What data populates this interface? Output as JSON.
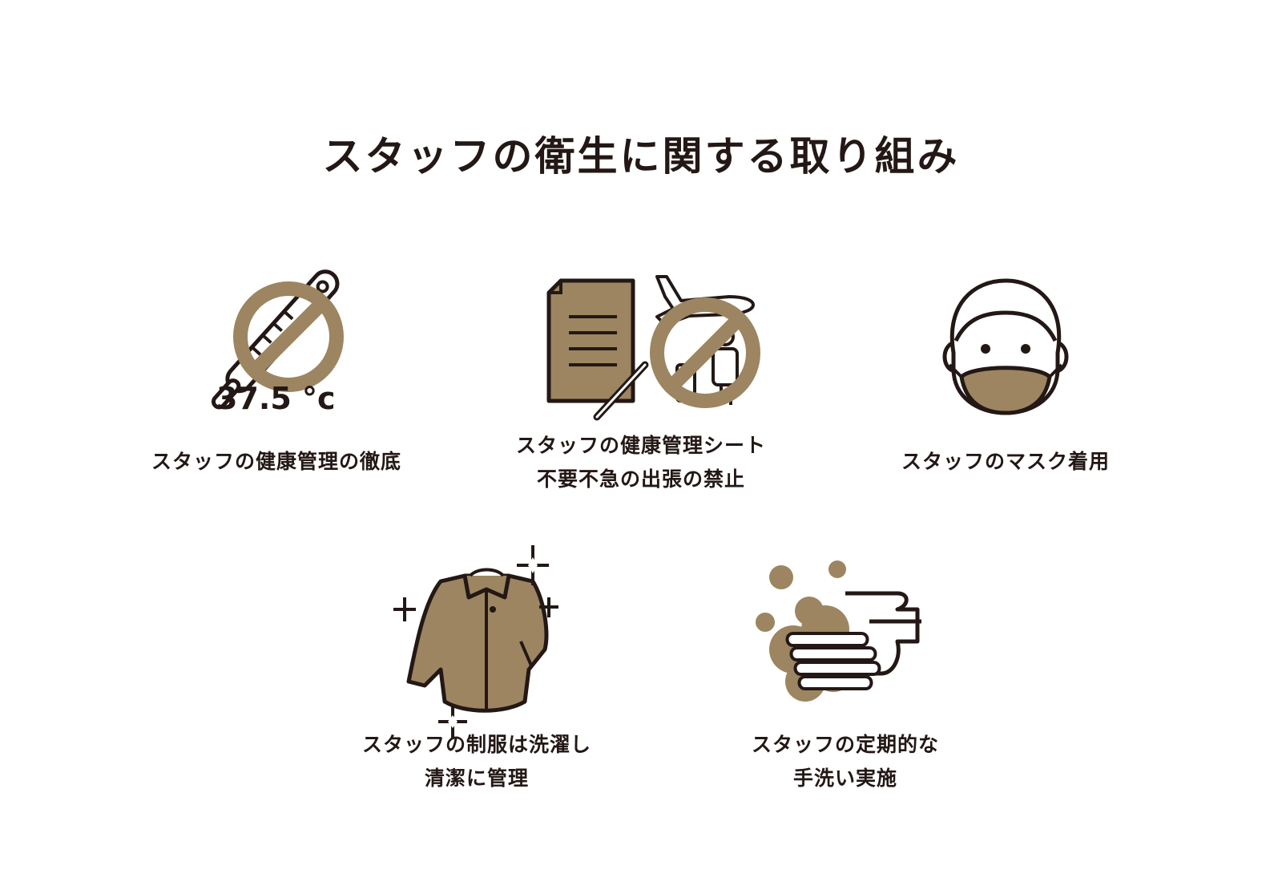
{
  "title": "スタッフの衛生に関する取り組み",
  "colors": {
    "accent": "#9c8560",
    "ink": "#231815",
    "background": "#ffffff"
  },
  "items": [
    {
      "icon": "thermometer-prohibited-icon",
      "temperature_label": "37.5 °c",
      "caption_lines": [
        "スタッフの健康管理の徹底"
      ]
    },
    {
      "icon": "health-sheet-no-travel-icon",
      "caption_lines": [
        "スタッフの健康管理シート",
        "不要不急の出張の禁止"
      ]
    },
    {
      "icon": "face-mask-icon",
      "caption_lines": [
        "スタッフのマスク着用"
      ]
    },
    {
      "icon": "clean-uniform-jacket-icon",
      "caption_lines": [
        "スタッフの制服は洗濯し",
        "清潔に管理"
      ]
    },
    {
      "icon": "hand-washing-icon",
      "caption_lines": [
        "スタッフの定期的な",
        "手洗い実施"
      ]
    }
  ]
}
